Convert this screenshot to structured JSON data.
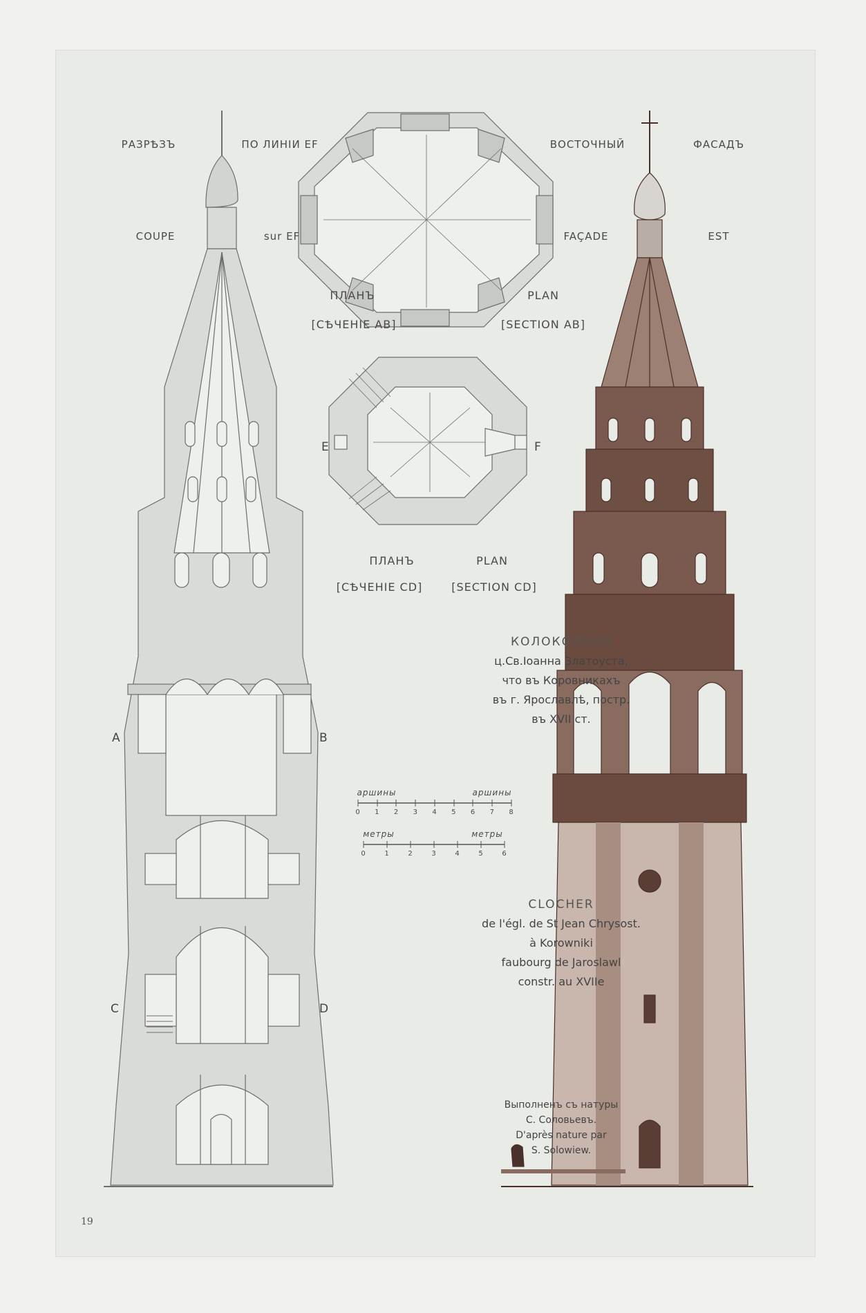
{
  "section_title": {
    "ru_1": "РАЗРѢЗЪ",
    "ru_2": "ПО ЛИНІИ EF",
    "fr_1": "COUPE",
    "fr_2": "sur EF"
  },
  "facade_title": {
    "ru_1": "ВОСТОЧНЫЙ",
    "ru_2": "ФАСАДЪ",
    "fr_1": "FAÇADE",
    "fr_2": "EST"
  },
  "plan_ab": {
    "ru": "ПЛАНЪ",
    "ru_sub": "[СѢЧЕНІЕ AB]",
    "fr": "PLAN",
    "fr_sub": "[SECTION AB]"
  },
  "plan_cd": {
    "ru": "ПЛАНЪ",
    "ru_sub": "[СѢЧЕНІЕ CD]",
    "fr": "PLAN",
    "fr_sub": "[SECTION CD]"
  },
  "point_labels": {
    "a": "A",
    "b": "B",
    "c": "C",
    "d": "D",
    "e": "E",
    "f": "F"
  },
  "caption_ru": {
    "title": "КОЛОКОЛЬНЯ",
    "l1": "ц.Св.Іоанна Златоуста,",
    "l2": "что въ Коровникахъ",
    "l3": "въ г. Ярославлѣ, постр.",
    "l4": "въ XVII ст."
  },
  "scale_1": {
    "left": "аршины",
    "right": "аршины",
    "ticks": [
      "0",
      "1",
      "2",
      "3",
      "4",
      "5",
      "6",
      "7",
      "8"
    ]
  },
  "scale_2": {
    "left": "метры",
    "right": "метры",
    "ticks": [
      "0",
      "1",
      "2",
      "3",
      "4",
      "5",
      "6"
    ]
  },
  "caption_fr": {
    "title": "CLOCHER",
    "l1": "de l'égl. de St Jean Chrysost.",
    "l2": "à Korowniki",
    "l3": "faubourg de Jaroslawl",
    "l4": "constr. au XVIIe"
  },
  "credit": {
    "ru_1": "Выполненъ съ натуры",
    "ru_2": "С. Соловьевъ.",
    "fr_1": "D'après nature par",
    "fr_2": "S. Solowiew."
  },
  "page_number": "19",
  "colors": {
    "paper": "#e9ebe6",
    "section_fill": "#d9dbd7",
    "line": "#6e6e6e",
    "facade": "#7a5a4e",
    "facade_dark": "#4a302a"
  }
}
